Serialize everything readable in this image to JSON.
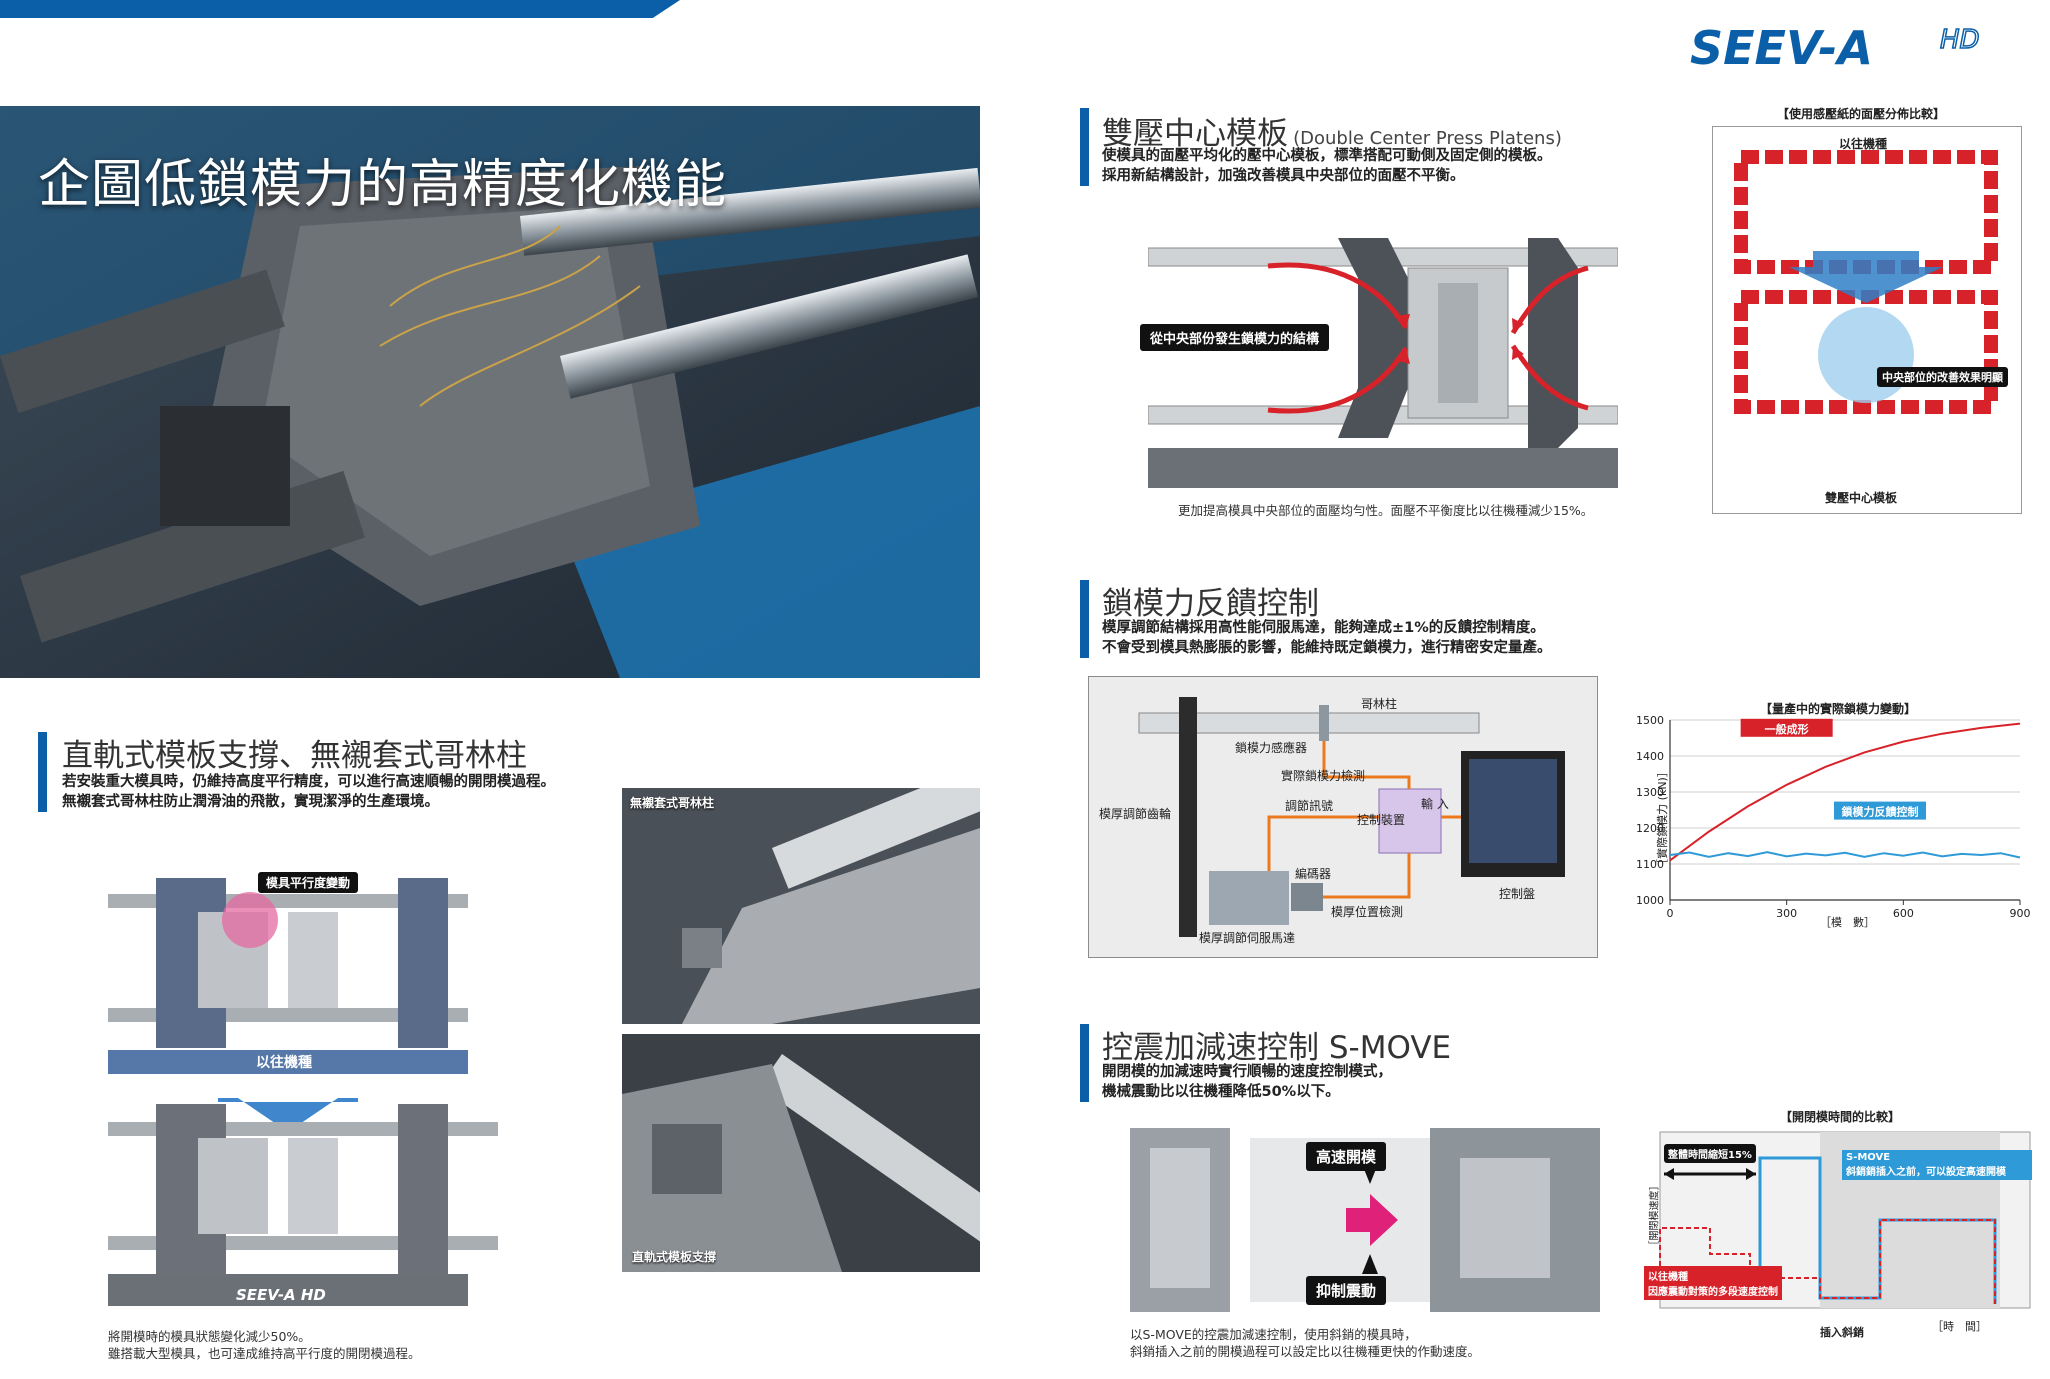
{
  "brand": {
    "logo_text": "SEEV-A",
    "logo_suffix": "HD"
  },
  "hero": {
    "title": "企圖低鎖模力的高精度化機能"
  },
  "section_platens": {
    "title": "雙壓中心模板",
    "title_en": "(Double Center Press Platens)",
    "desc_line1": "使模具的面壓平均化的壓中心模板，標準搭配可動側及固定側的模板。",
    "desc_line2": "採用新結構設計，加強改善模具中央部位的面壓不平衡。",
    "diagram_tag": "從中央部份發生鎖模力的結構",
    "caption": "更加提高模具中央部位的面壓均勻性。面壓不平衡度比以往機種減少15%。",
    "compare": {
      "title": "【使用感壓紙的面壓分佈比較】",
      "old_label": "以往機種",
      "effect_label": "中央部位的改善效果明顯",
      "new_label": "雙壓中心模板"
    }
  },
  "section_rail": {
    "title": "直軌式模板支撐、無襯套式哥林柱",
    "desc_line1": "若安裝重大模具時，仍維持高度平行精度，可以進行高速順暢的開閉模過程。",
    "desc_line2": "無襯套式哥林柱防止潤滑油的飛散，實現潔淨的生產環境。",
    "tag_parallel": "模具平行度變動",
    "band_label": "以往機種",
    "machine_logo": "SEEV-A HD",
    "caption_line1": "將開模時的模具狀態變化減少50%。",
    "caption_line2": "雖搭載大型模具，也可達成維持高平行度的開閉模過程。",
    "photo1_label": "無襯套式哥林柱",
    "photo2_label": "直軌式模板支撐"
  },
  "section_feedback": {
    "title": "鎖模力反饋控制",
    "desc_line1": "模厚調節結構採用高性能伺服馬達，能夠達成±1%的反饋控制精度。",
    "desc_line2": "不會受到模具熱膨脹的影響，能維持既定鎖模力，進行精密安定量產。",
    "diagram": {
      "tie_bar": "哥林柱",
      "sensor": "鎖模力感應器",
      "actual_detect": "實際鎖模力檢測",
      "adjust_signal": "調節訊號",
      "input": "輸 入",
      "controller": "控制裝置",
      "gear": "模厚調節齒輪",
      "encoder": "編碼器",
      "position_detect": "模厚位置檢測",
      "servo": "模厚調節伺服馬達",
      "panel": "控制盤"
    }
  },
  "chart_data": {
    "type": "line",
    "title": "【量產中的實際鎖模力變動】",
    "xlabel": "［模　數］",
    "ylabel": "［實際鎖模力 (kN)］",
    "x_ticks": [
      "0",
      "300",
      "600",
      "900"
    ],
    "y_ticks": [
      "1000",
      "1100",
      "1200",
      "1300",
      "1400",
      "1500"
    ],
    "xlim": [
      0,
      900
    ],
    "ylim": [
      1000,
      1500
    ],
    "series": [
      {
        "name": "一般成形",
        "color": "#d8222a",
        "x": [
          0,
          100,
          200,
          300,
          400,
          500,
          600,
          700,
          800,
          900
        ],
        "y": [
          1110,
          1190,
          1260,
          1320,
          1370,
          1410,
          1440,
          1462,
          1478,
          1490
        ]
      },
      {
        "name": "鎖模力反饋控制",
        "color": "#2f9ad8",
        "x": [
          0,
          50,
          100,
          150,
          200,
          250,
          300,
          350,
          400,
          450,
          500,
          550,
          600,
          650,
          700,
          750,
          800,
          850,
          900
        ],
        "y": [
          1125,
          1132,
          1120,
          1130,
          1122,
          1133,
          1121,
          1129,
          1124,
          1131,
          1120,
          1130,
          1123,
          1132,
          1121,
          1128,
          1125,
          1130,
          1118
        ]
      }
    ]
  },
  "section_smove": {
    "title": "控震加減速控制 S-MOVE",
    "desc_line1": "開閉模的加減速時實行順暢的速度控制模式，",
    "desc_line2": "機械震動比以往機種降低50%以下。",
    "label_high": "高速開模",
    "label_damp": "抑制震動",
    "caption_line1": "以S-MOVE的控震加減速控制，使用斜銷的模具時，",
    "caption_line2": "斜銷插入之前的開模過程可以設定比以往機種更快的作動速度。",
    "compare": {
      "title": "【開閉模時間的比較】",
      "shorten": "整體時間縮短15%",
      "smove_label": "S-MOVE",
      "smove_desc": "斜銷銷插入之前，可以設定高速開模",
      "old_label_line1": "以往機種",
      "old_label_line2": "因應震動對策的多段速度控制",
      "ylabel": "［開閉模速度］",
      "insert": "插入斜銷",
      "time": "［時　間］"
    }
  }
}
